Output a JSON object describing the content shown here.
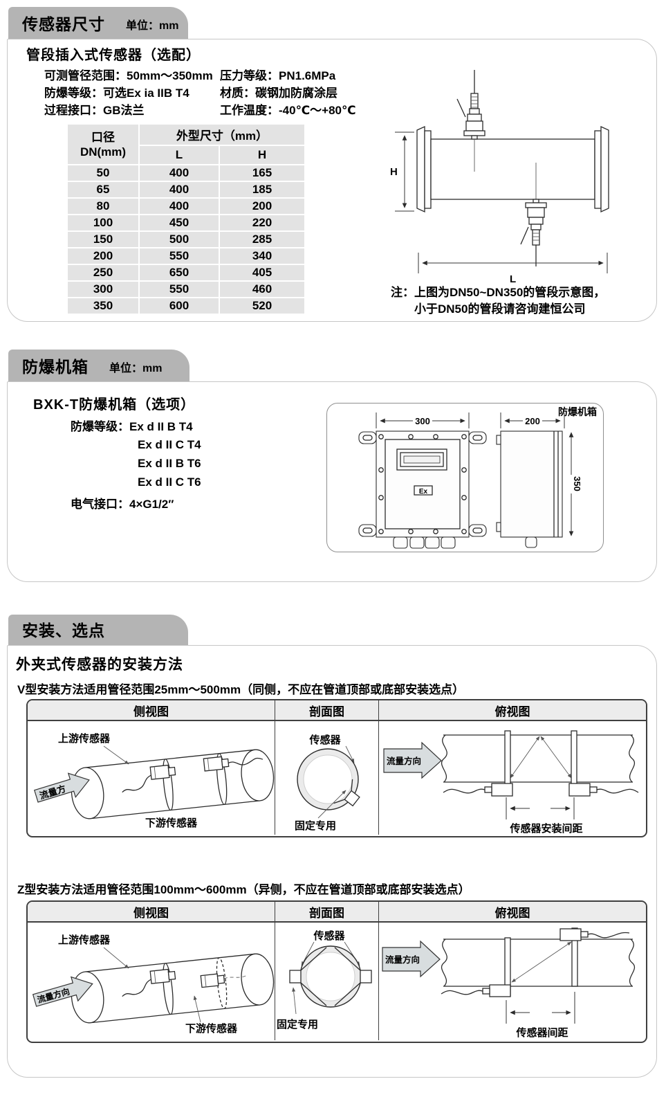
{
  "sections": {
    "sensor": {
      "tab": "传感器尺寸",
      "unit": "单位：mm",
      "subtitle": "管段插入式传感器（选配）",
      "specs_left": {
        "l1": "可测管径范围：50mm～350mm",
        "l2": "防爆等级：可选Ex ia IIB T4",
        "l3": "过程接口：GB法兰"
      },
      "specs_right": {
        "l1": "压力等级：PN1.6MPa",
        "l2": "材质：碳钢加防腐涂层",
        "l3": "工作温度：-40℃～+80℃"
      },
      "table": {
        "h_caliber_1": "口径",
        "h_caliber_2": "DN(mm)",
        "h_dims": "外型尺寸（mm）",
        "h_l": "L",
        "h_h": "H",
        "rows": [
          [
            "50",
            "400",
            "165"
          ],
          [
            "65",
            "400",
            "185"
          ],
          [
            "80",
            "400",
            "200"
          ],
          [
            "100",
            "450",
            "220"
          ],
          [
            "150",
            "500",
            "285"
          ],
          [
            "200",
            "550",
            "340"
          ],
          [
            "250",
            "650",
            "405"
          ],
          [
            "300",
            "550",
            "460"
          ],
          [
            "350",
            "600",
            "520"
          ]
        ]
      },
      "diagram": {
        "h": "H",
        "l": "L"
      },
      "note1": "注：上图为DN50~DN350的管段示意图，",
      "note2": "小于DN50的管段请咨询建恒公司"
    },
    "enclosure": {
      "tab": "防爆机箱",
      "unit": "单位：mm",
      "subtitle": "BXK-T防爆机箱（选项）",
      "rating1": "防爆等级：Ex d II B T4",
      "rating2": "Ex d II C T4",
      "rating3": "Ex d II B T6",
      "rating4": "Ex d II C T6",
      "electrical": "电气接口：4×G1/2″",
      "drawing": {
        "label": "防爆机箱",
        "dim_width": "300",
        "dim_depth": "200",
        "dim_height": "350",
        "ex": "Ex"
      }
    },
    "install": {
      "tab": "安装、选点",
      "heading": "外夹式传感器的安装方法",
      "v_desc": "V型安装方法适用管径范围25mm～500mm（同侧，不应在管道顶部或底部安装选点）",
      "z_desc": "Z型安装方法适用管径范围100mm～600mm（异侧，不应在管道顶部或底部安装选点）",
      "headers": {
        "side": "侧视图",
        "section": "剖面图",
        "top": "俯视图"
      },
      "v": {
        "flow_side": "流量方",
        "upstream": "上游传感器",
        "downstream": "下游传感器",
        "sensor": "传感器",
        "fixture": "固定专用",
        "flow_top": "流量方向",
        "spacing": "传感器安装间距"
      },
      "z": {
        "flow_side": "流量方向",
        "upstream": "上游传感器",
        "downstream": "下游传感器",
        "sensor": "传感器",
        "fixture": "固定专用",
        "flow_top": "流量方向",
        "spacing": "传感器间距"
      }
    }
  }
}
